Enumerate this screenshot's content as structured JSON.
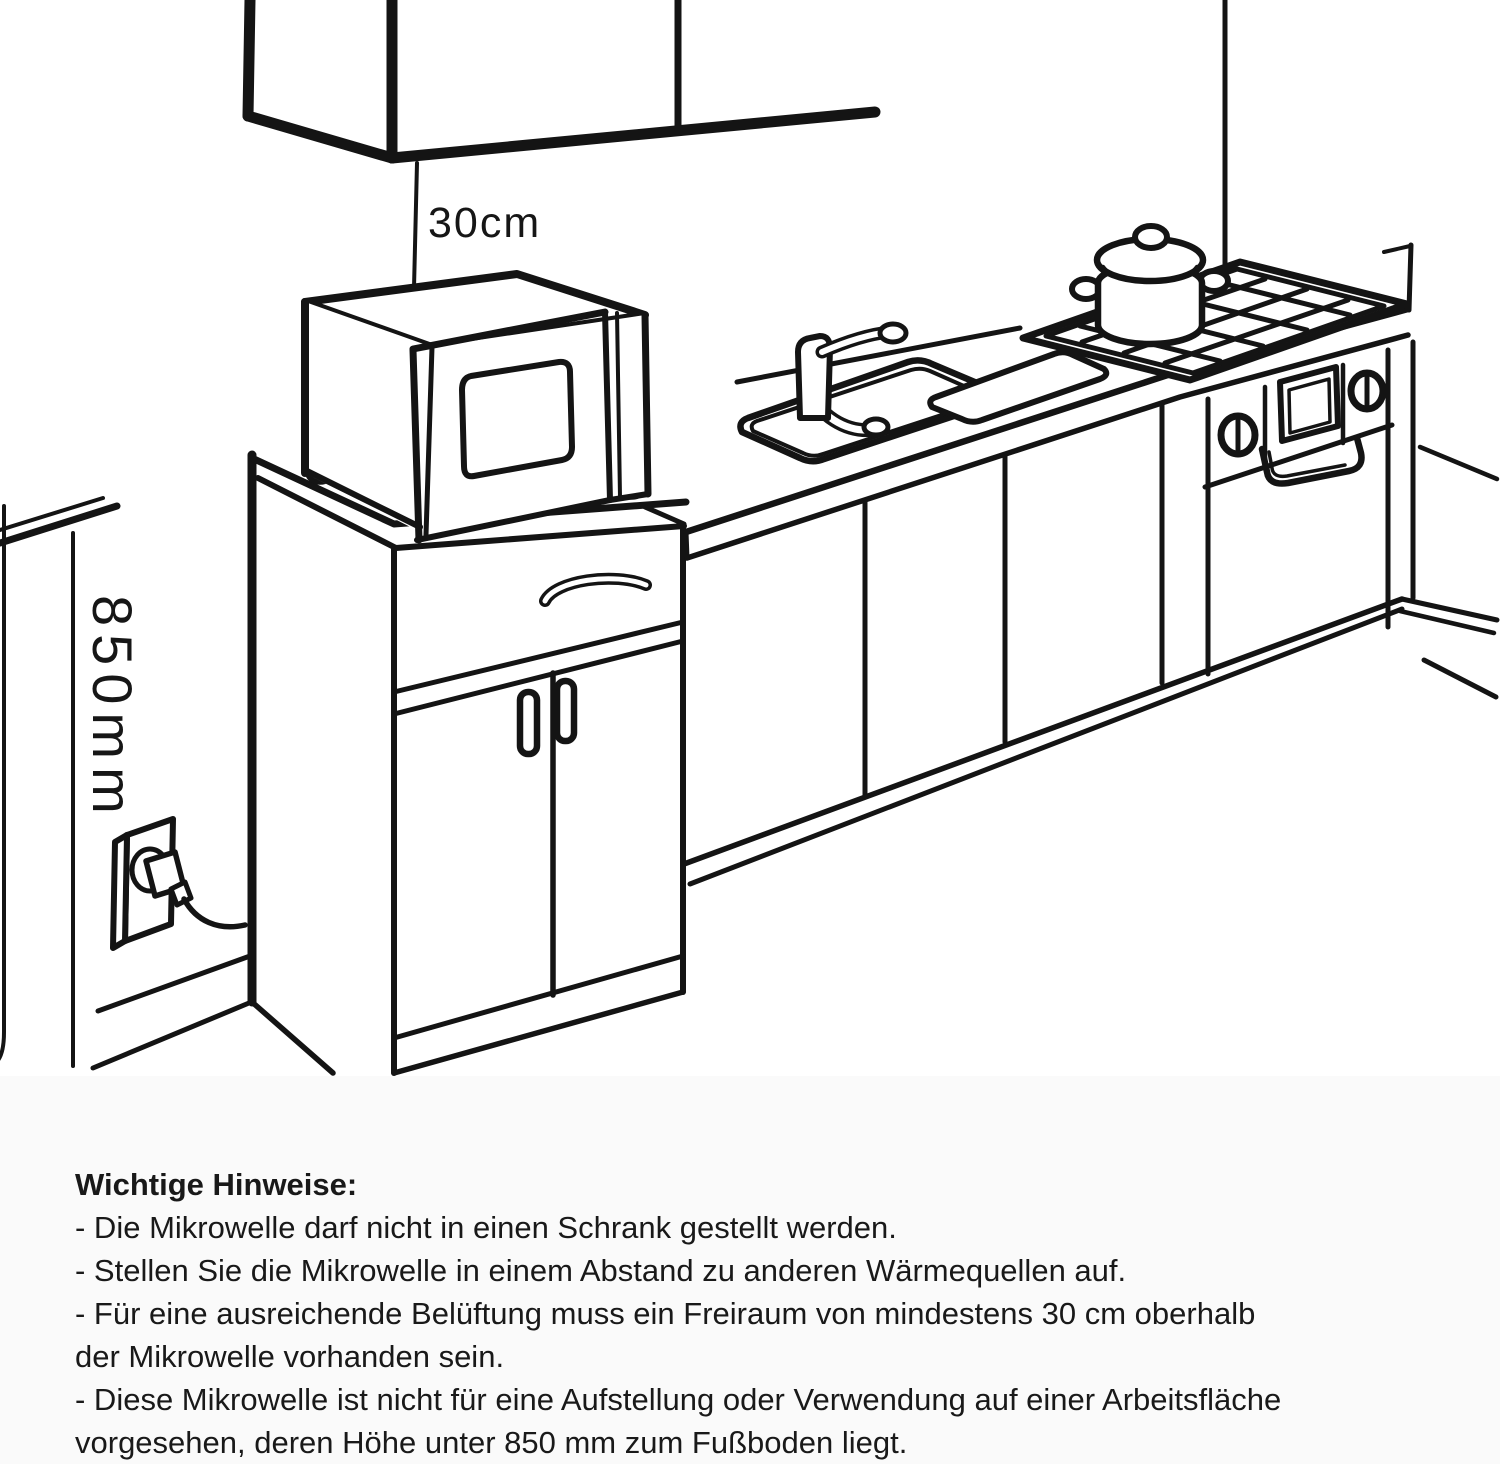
{
  "diagram": {
    "labels": {
      "top_clearance": "30cm",
      "floor_height": "850mm"
    },
    "colors": {
      "line": "#141414",
      "background": "#ffffff",
      "lower_band": "#fafafa"
    }
  },
  "notes": {
    "heading": "Wichtige Hinweise:",
    "lines": [
      "- Die Mikrowelle darf nicht in einen Schrank gestellt werden.",
      "- Stellen Sie die Mikrowelle in einem Abstand zu anderen Wärmequellen auf.",
      "- Für eine ausreichende Belüftung muss ein Freiraum von mindestens 30 cm oberhalb",
      "der Mikrowelle vorhanden sein.",
      "- Diese Mikrowelle ist nicht für eine Aufstellung oder Verwendung auf einer Arbeitsfläche",
      "vorgesehen, deren Höhe unter 850 mm zum Fußboden liegt."
    ]
  }
}
